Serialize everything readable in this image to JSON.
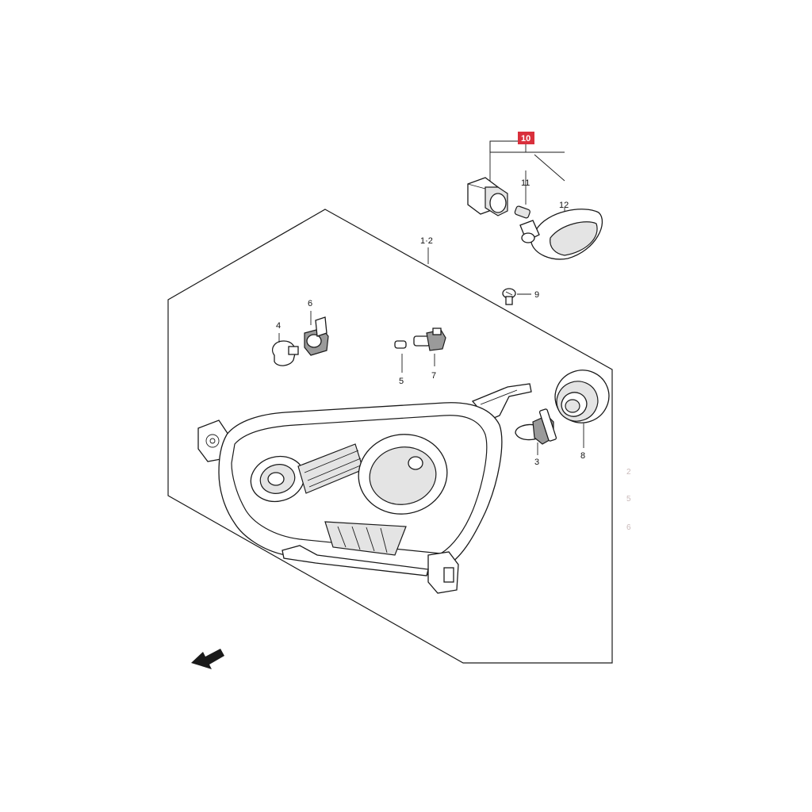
{
  "diagram": {
    "title": "",
    "highlight_color": "#d9303c",
    "callouts": {
      "assembly": "1·2",
      "bulb_3": "3",
      "bulb_4": "4",
      "bulb_5": "5",
      "socket_6": "6",
      "socket_7": "7",
      "cap_8": "8",
      "screw_9": "9",
      "side_lamp_10": "10",
      "bulb_11": "11",
      "lens_12": "12"
    },
    "ghost_text": [
      "2",
      "5",
      "6"
    ],
    "direction_icon": "front-arrow-icon"
  }
}
